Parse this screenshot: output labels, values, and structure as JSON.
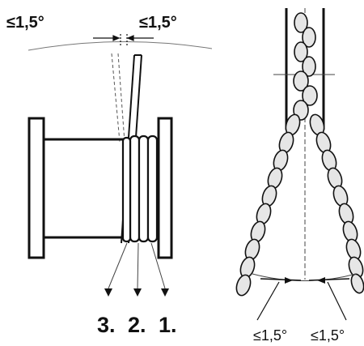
{
  "spool_diagram": {
    "angle_label_left": "≤1,5°",
    "angle_label_right": "≤1,5°",
    "layer_labels": [
      "3.",
      "2.",
      "1."
    ]
  },
  "sheave_diagram": {
    "angle_label_left": "≤1,5°",
    "angle_label_right": "≤1,5°"
  },
  "colors": {
    "ink": "#111111",
    "thin_line": "#444444",
    "rope_fill": "#e6e6e6"
  }
}
